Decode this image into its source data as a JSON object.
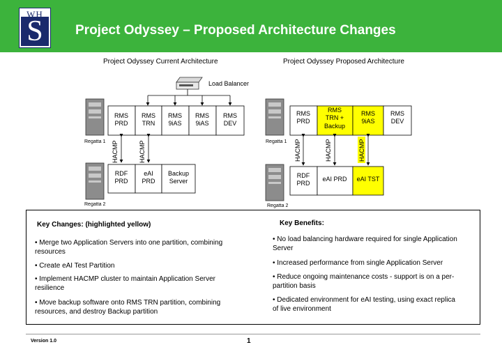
{
  "header": {
    "logo_letters": "WH",
    "logo_mark": "S",
    "title": "Project Odyssey – Proposed Architecture Changes",
    "bg_color": "#3cb33c"
  },
  "current": {
    "heading": "Project Odyssey Current Architecture",
    "load_balancer": "Load Balancer",
    "top_boxes": [
      {
        "l1": "RMS",
        "l2": "PRD"
      },
      {
        "l1": "RMS",
        "l2": "TRN"
      },
      {
        "l1": "RMS",
        "l2": "9iAS"
      },
      {
        "l1": "RMS",
        "l2": "9iAS"
      },
      {
        "l1": "RMS",
        "l2": "DEV"
      }
    ],
    "bottom_boxes": [
      {
        "l1": "RDF",
        "l2": "PRD"
      },
      {
        "l1": "eAI",
        "l2": "PRD"
      },
      {
        "l1": "Backup",
        "l2": "Server"
      }
    ],
    "server1": "Regatta 1",
    "server2": "Regatta 2",
    "hacmp1": "HACMP",
    "hacmp2": "HACMP"
  },
  "proposed": {
    "heading": "Project Odyssey Proposed Architecture",
    "top_boxes": [
      {
        "l1": "RMS",
        "l2": "PRD",
        "l3": ""
      },
      {
        "l1": "RMS",
        "l2": "TRN +",
        "l3": "Backup"
      },
      {
        "l1": "RMS",
        "l2": "9iAS",
        "l3": ""
      },
      {
        "l1": "RMS",
        "l2": "DEV",
        "l3": ""
      }
    ],
    "bottom_boxes": [
      {
        "l1": "RDF",
        "l2": "PRD"
      },
      {
        "l1": "eAI PRD",
        "l2": ""
      },
      {
        "l1": "eAI TST",
        "l2": ""
      }
    ],
    "server1": "Regatta 1",
    "server2": "Regatta 2",
    "hacmp1": "HACMP",
    "hacmp2": "HACMP",
    "hacmp3": "HACMP",
    "highlight_color": "#ffff00"
  },
  "key_changes": {
    "heading": "Key Changes: (highlighted yellow)",
    "items": [
      "• Merge two Application Servers into one partition, combining resources",
      "• Create eAI Test Partition",
      "• Implement HACMP cluster to maintain Application Server resilience",
      "• Move backup software onto RMS TRN partition, combining resources, and destroy Backup partition"
    ]
  },
  "key_benefits": {
    "heading": "Key Benefits:",
    "items": [
      "• No load balancing hardware required for single Application Server",
      "• Increased performance from single Application Server",
      "• Reduce ongoing maintenance costs - support is on a per-partition basis",
      "• Dedicated environment for eAI testing, using exact replica of live environment"
    ]
  },
  "footer": {
    "version": "Version 1.0",
    "page": "1"
  }
}
